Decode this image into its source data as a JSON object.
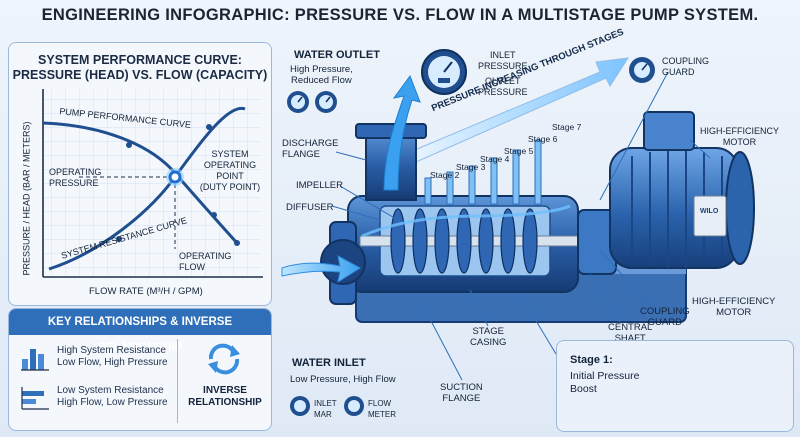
{
  "title": "ENGINEERING INFOGRAPHIC: PRESSURE VS. FLOW IN A MULTISTAGE PUMP SYSTEM.",
  "performance_panel": {
    "title_line1": "SYSTEM PERFORMANCE CURVE:",
    "title_line2": "PRESSURE (HEAD) VS. FLOW (CAPACITY)",
    "y_axis_label": "PRESSURE / HEAD (BAR / METERS)",
    "x_axis_label": "FLOW RATE (M³/H / GPM)",
    "pump_curve_label": "PUMP PERFORMANCE CURVE",
    "system_curve_label": "SYSTEM RESISTANCE CURVE",
    "operating_point_line1": "SYSTEM",
    "operating_point_line2": "OPERATING POINT",
    "operating_point_line3": "(DUTY POINT)",
    "operating_pressure_line1": "OPERATING",
    "operating_pressure_line2": "PRESSURE",
    "operating_flow_line1": "OPERATING",
    "operating_flow_line2": "FLOW"
  },
  "key_panel": {
    "title": "KEY RELATIONSHIPS & INVERSE RELATIONSHIP",
    "row1_line1": "High System Resistance",
    "row1_line2": "Low Flow, High Pressure",
    "row2_line1": "Low System Resistance",
    "row2_line2": "High Flow, Low Pressure",
    "inverse_line1": "INVERSE",
    "inverse_line2": "RELATIONSHIP"
  },
  "pump": {
    "water_outlet_title": "WATER OUTLET",
    "water_outlet_line1": "High Pressure,",
    "water_outlet_line2": "Reduced Flow",
    "inlet_pressure_line1": "INLET",
    "inlet_pressure_line2": "PRESSURE",
    "outlet_pressure_line1": "OUTLET",
    "outlet_pressure_line2": "PRESSURE",
    "coupling_top_line1": "COUPLING",
    "coupling_top_line2": "GUARD",
    "motor_top_line1": "HIGH-EFFICIENCY",
    "motor_top_line2": "MOTOR",
    "pressure_arrow": "PRESSURE INCREASING THROUGH STAGES",
    "stages": [
      "Stage 2",
      "Stage 3",
      "Stage 4",
      "Stage 5",
      "Stage 6",
      "Stage 7"
    ],
    "discharge_line1": "DISCHARGE",
    "discharge_line2": "FLANGE",
    "impeller": "IMPELLER",
    "diffuser": "DIFFUSER",
    "nameplate": "WILO",
    "water_inlet_title": "WATER INLET",
    "water_inlet_sub": "Low Pressure, High Flow",
    "inlet_bar_line1": "INLET",
    "inlet_bar_line2": "MAR",
    "flow_meter_line1": "FLOW",
    "flow_meter_line2": "METER",
    "stage_casing_line1": "STAGE",
    "stage_casing_line2": "CASING",
    "suction_line1": "SUCTION",
    "suction_line2": "FLANGE",
    "central_shaft_line1": "CENTRAL",
    "central_shaft_line2": "SHAFT",
    "coupling_bottom_line1": "COUPLING",
    "coupling_bottom_line2": "GUARD",
    "motor_bottom_line1": "HIGH-EFFICIENCY",
    "motor_bottom_line2": "MOTOR",
    "stage1_title": "Stage 1:",
    "stage1_line1": "Initial Pressure",
    "stage1_line2": "Boost"
  },
  "colors": {
    "accent": "#2f6fba",
    "water": "#3aa0ef",
    "pump_body": "#2a5fa8",
    "curve": "#1f4f8f"
  }
}
